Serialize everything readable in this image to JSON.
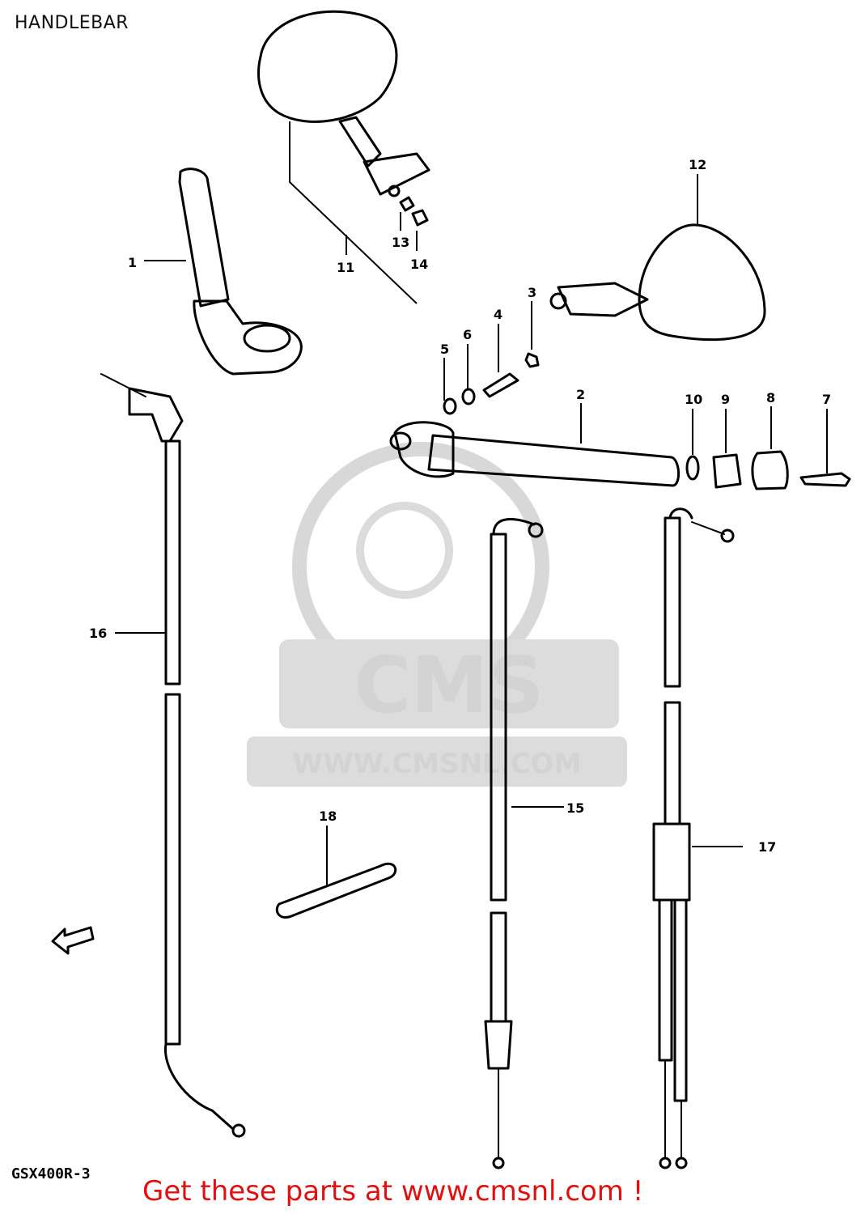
{
  "header": {
    "title": "HANDLEBAR"
  },
  "footer": {
    "model_code": "GSX400R-3",
    "cta": "Get these parts at www.cmsnl.com !"
  },
  "watermark": {
    "logo_text": "CMS",
    "url_text": "WWW.CMSNL.COM"
  },
  "parts": [
    {
      "ref": "1"
    },
    {
      "ref": "2"
    },
    {
      "ref": "3"
    },
    {
      "ref": "4"
    },
    {
      "ref": "5"
    },
    {
      "ref": "6"
    },
    {
      "ref": "7"
    },
    {
      "ref": "8"
    },
    {
      "ref": "9"
    },
    {
      "ref": "10"
    },
    {
      "ref": "11"
    },
    {
      "ref": "12"
    },
    {
      "ref": "13"
    },
    {
      "ref": "14"
    },
    {
      "ref": "15"
    },
    {
      "ref": "16"
    },
    {
      "ref": "17"
    },
    {
      "ref": "18"
    }
  ],
  "colors": {
    "cta": "#e01010",
    "watermark": "#cfcfcf",
    "line": "#000000"
  }
}
